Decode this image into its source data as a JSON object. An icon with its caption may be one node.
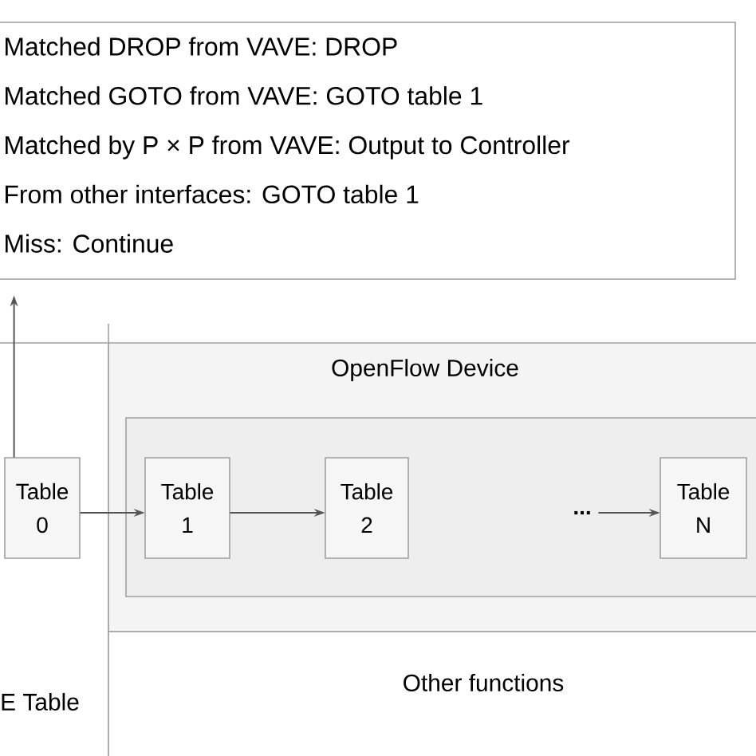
{
  "diagram": {
    "nodes": [
      {
        "text": [
          "Matched DROP from VAVE: DROP",
          "Matched GOTO from VAVE: GOTO table 1",
          "Matched by P × P from VAVE: Output to Controller",
          "From other interfaces: GOTO table 1",
          "Miss: Continue"
        ]
      },
      {
        "text": [
          "OpenFlow Device"
        ]
      },
      {
        "text": [],
        "shape": "box",
        "in": 1
      },
      {
        "text": [
          "Table 1"
        ],
        "in": 2
      },
      {
        "text": [
          "Table 2"
        ],
        "in": 2
      },
      {
        "text": [
          "..."
        ],
        "in": 2
      },
      {
        "text": [
          "Table N"
        ],
        "in": 2
      },
      {
        "text": [
          "E Table"
        ]
      },
      {
        "text": [
          "Table 0"
        ],
        "in": 7
      },
      {
        "text": [
          "Other functions"
        ]
      }
    ],
    "edges": [
      {
        "from": 8,
        "to": 0,
        "arrow": "to"
      },
      {
        "from": 8,
        "to": 3,
        "arrow": "to"
      },
      {
        "from": 3,
        "to": 4,
        "arrow": "to"
      },
      {
        "from": 5,
        "to": 6,
        "arrow": "to"
      }
    ]
  }
}
